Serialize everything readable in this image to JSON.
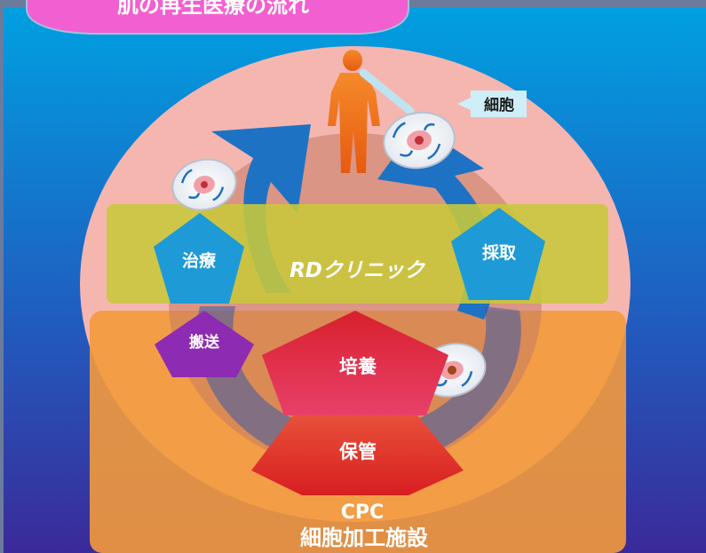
{
  "banner": {
    "text": "肌の再生医療の流れ"
  },
  "labels": {
    "cell_callout": "細胞",
    "clinic": "RDクリニック",
    "treatment": "治療",
    "collection": "採取",
    "transport": "搬送",
    "culture": "培養",
    "storage": "保管",
    "facility_code": "CPC",
    "facility_name": "細胞加工施設"
  },
  "colors": {
    "background_top": "#00a0e0",
    "background_bottom": "#3b2a99",
    "ring": "#f6b6b0",
    "clinic_band": "#c8c83a",
    "cpc_box": "#f39a3c",
    "pentagon_blue": "#1e9ad6",
    "pentagon_purple": "#8e2bb3",
    "culture_red": "#e03040",
    "storage_red": "#e23a2a",
    "human_figure": "#f07a20",
    "banner": "#f25fd0"
  },
  "icons": [
    "human-figure-icon",
    "cell-icon",
    "flow-arrow-icon"
  ]
}
